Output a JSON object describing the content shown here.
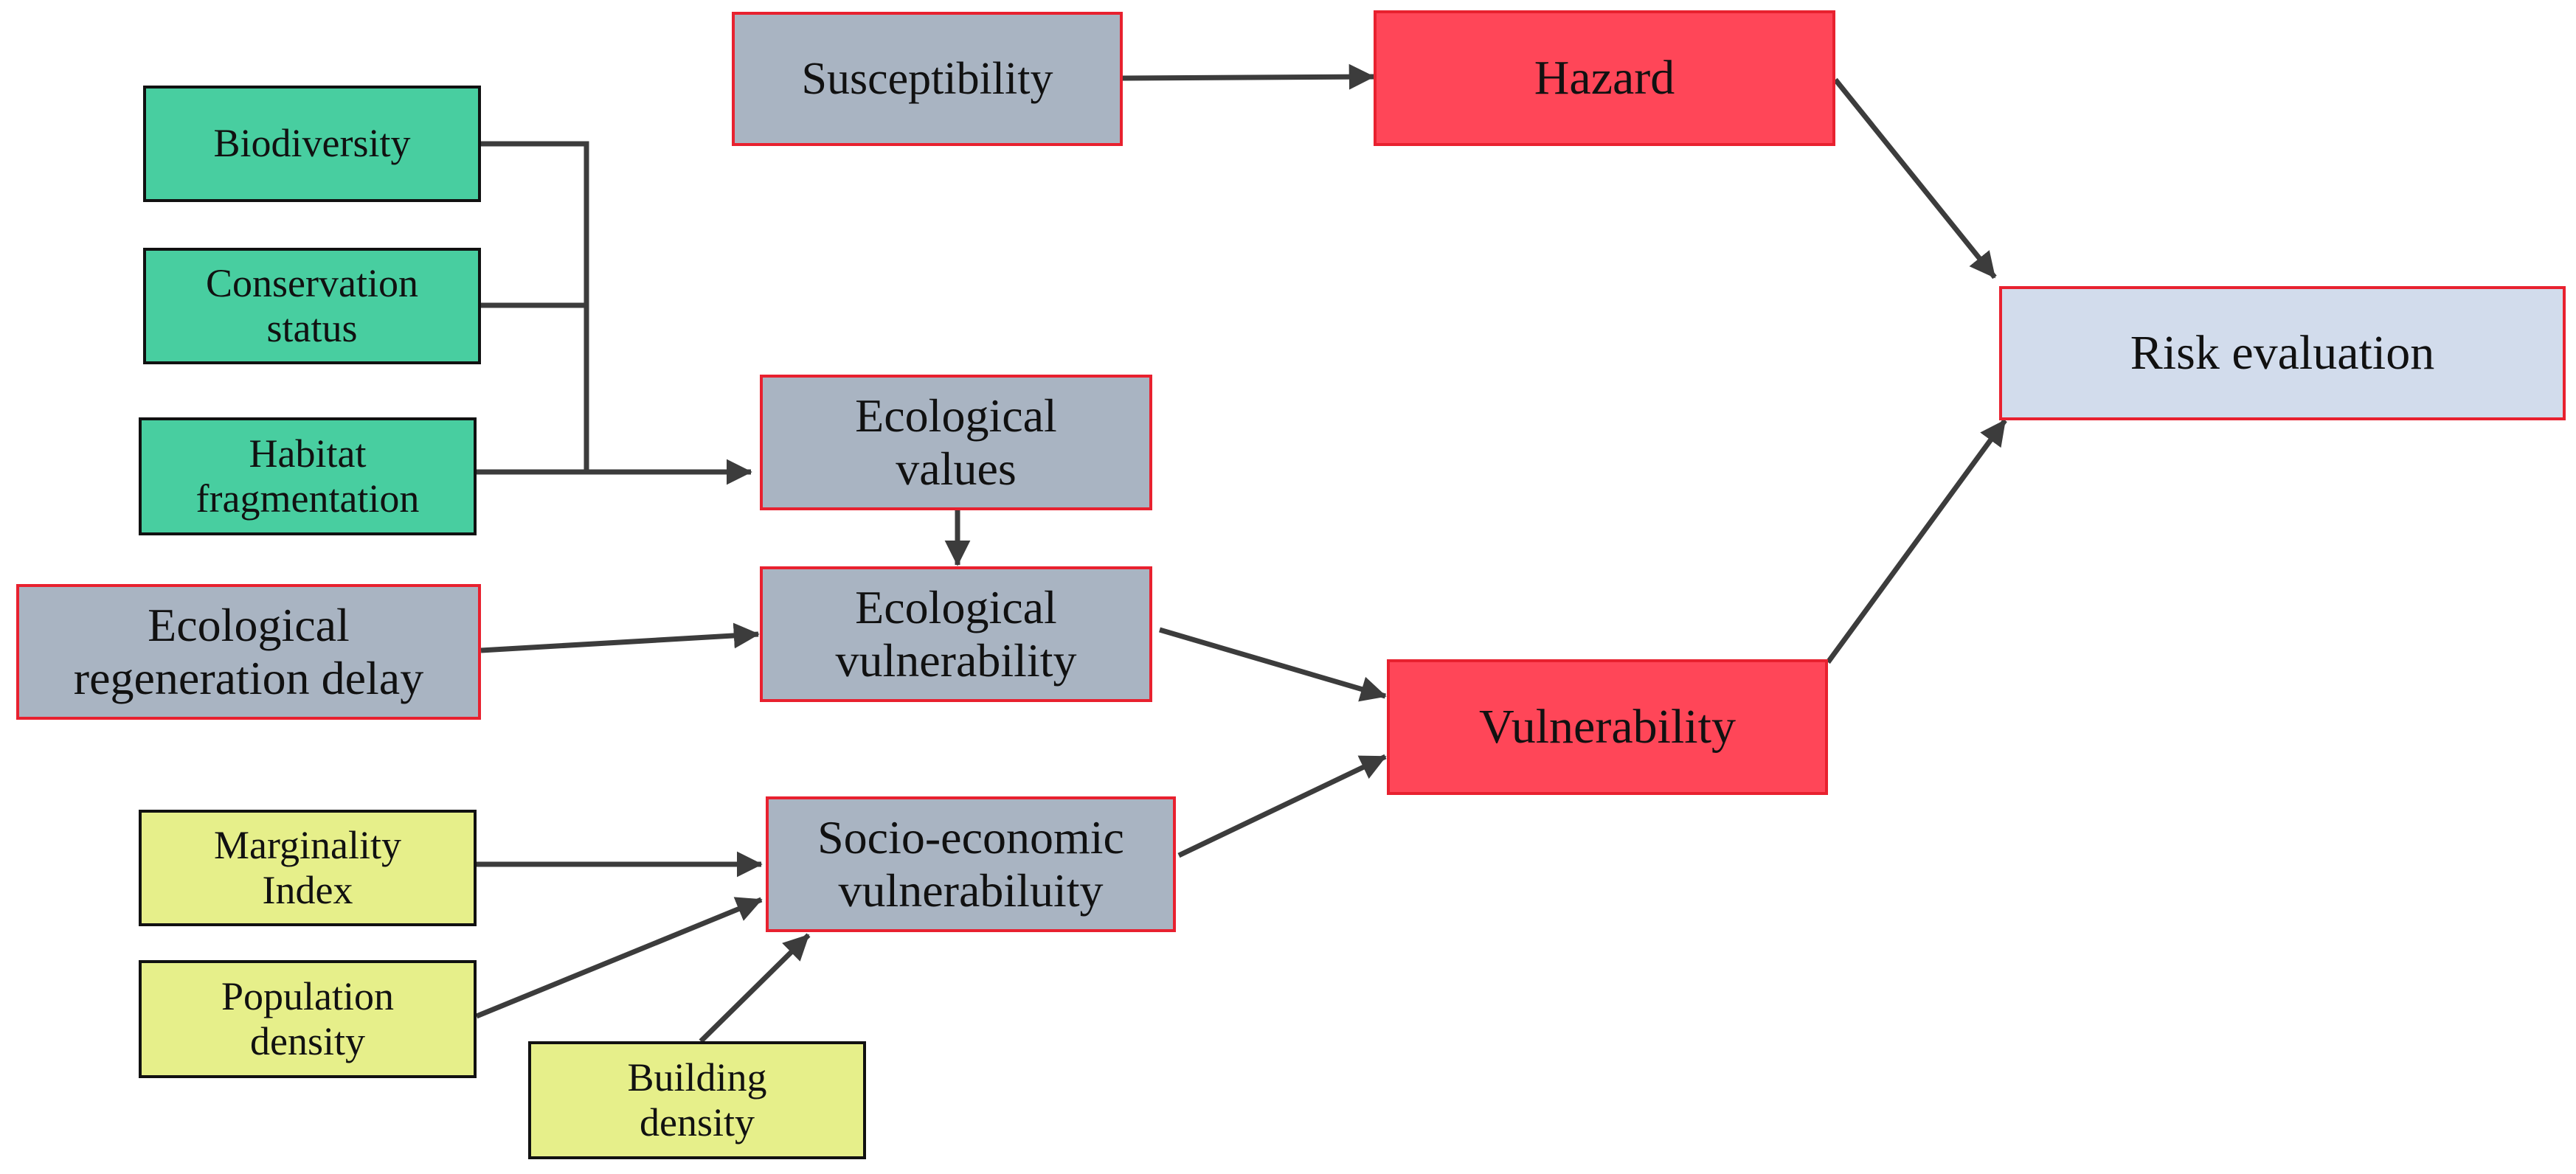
{
  "colors": {
    "driver_green": "#48cea0",
    "driver_yellow": "#e6ef8a",
    "intermediate_grey": "#a9b4c2",
    "component_red": "#ff4658",
    "result_blue": "#d2dcec",
    "border_red": "#e8212f",
    "border_dark": "#111111",
    "arrow": "#3c3c3c"
  },
  "nodes": {
    "susceptibility": "Susceptibility",
    "hazard": "Hazard",
    "risk_evaluation": "Risk evaluation",
    "biodiversity": "Biodiversity",
    "conservation_status": "Conservation\nstatus",
    "habitat_fragmentation": "Habitat\nfragmentation",
    "ecological_values": "Ecological\nvalues",
    "ecological_regeneration_delay": "Ecological\nregeneration delay",
    "ecological_vulnerability": "Ecological\nvulnerability",
    "vulnerability": "Vulnerability",
    "marginality_index": "Marginality\nIndex",
    "population_density": "Population\ndensity",
    "building_density": "Building\ndensity",
    "socio_economic_vulnerability": "Socio-economic\nvulnerabiluity"
  },
  "edges": [
    {
      "from": "susceptibility",
      "to": "hazard"
    },
    {
      "from": "hazard",
      "to": "risk_evaluation"
    },
    {
      "from": "vulnerability",
      "to": "risk_evaluation"
    },
    {
      "from": "biodiversity",
      "to": "ecological_values"
    },
    {
      "from": "conservation_status",
      "to": "ecological_values"
    },
    {
      "from": "habitat_fragmentation",
      "to": "ecological_values"
    },
    {
      "from": "ecological_values",
      "to": "ecological_vulnerability"
    },
    {
      "from": "ecological_regeneration_delay",
      "to": "ecological_vulnerability"
    },
    {
      "from": "ecological_vulnerability",
      "to": "vulnerability"
    },
    {
      "from": "marginality_index",
      "to": "socio_economic_vulnerability"
    },
    {
      "from": "population_density",
      "to": "socio_economic_vulnerability"
    },
    {
      "from": "building_density",
      "to": "socio_economic_vulnerability"
    },
    {
      "from": "socio_economic_vulnerability",
      "to": "vulnerability"
    }
  ]
}
